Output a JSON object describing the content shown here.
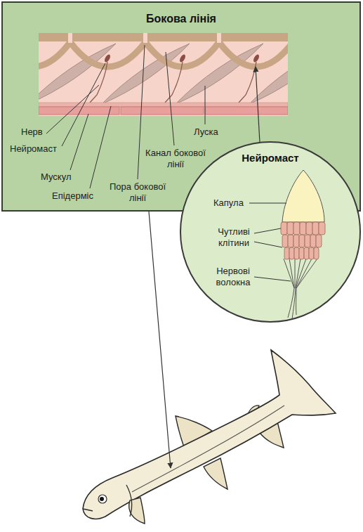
{
  "diagram": {
    "nodes": [
      {
        "text": [
          "Бокова лінія"
        ]
      },
      {
        "text": [
          "Нейромаст"
        ]
      }
    ],
    "labels": [
      "Нерв",
      "Нейромаст",
      "Мускул",
      "Епідерміс",
      "Пора бокової лінії",
      "Канал бокової лінії",
      "Луска",
      "Капула",
      "Чутливі клітини",
      "Нервові волокна"
    ]
  }
}
